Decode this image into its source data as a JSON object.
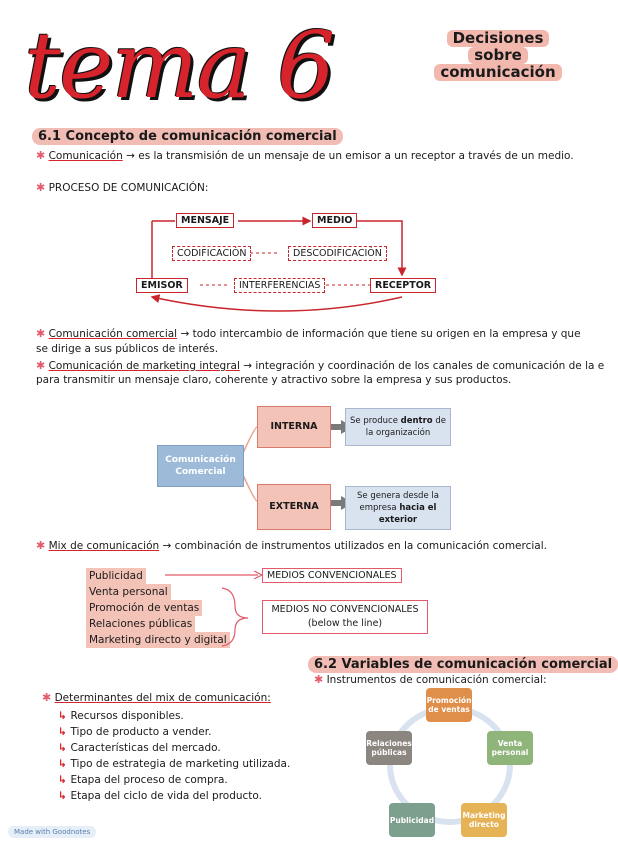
{
  "title": "tema 6",
  "subtitle": [
    "Decisiones",
    "sobre",
    "comunicación"
  ],
  "section1": {
    "heading": "6.1 Concepto de comunicación comercial",
    "p1_term": "Comunicación",
    "p1_text": "→ es la transmisión de un mensaje de un emisor a un receptor a través de un medio.",
    "p2": "PROCESO DE COMUNICACIÓN:",
    "process": {
      "mensaje": "MENSAJE",
      "medio": "MEDIO",
      "codificacion": "CODIFICACIÓN",
      "descodificacion": "DESCODIFICACIÓN",
      "emisor": "EMISOR",
      "interferencias": "INTERFERENCIAS",
      "receptor": "RECEPTOR"
    },
    "p3_term": "Comunicación comercial",
    "p3_text": "→ todo intercambio de información que tiene su origen en la empresa y que se dirige a sus públicos de interés.",
    "p4_term": "Comunicación de marketing integral",
    "p4_text": "→ integración y coordinación de los canales de comunicación de la e",
    "p4_text2": "para transmitir un mensaje claro, coherente y atractivo sobre la empresa y sus productos.",
    "diagram": {
      "center": "Comunicación Comercial",
      "interna": "INTERNA",
      "externa": "EXTERNA",
      "interna_desc_a": "Se produce ",
      "interna_desc_b": "dentro",
      "interna_desc_c": " de la organización",
      "externa_desc_a": "Se genera desde la empresa ",
      "externa_desc_b": "hacia el exterior"
    },
    "p5_term": "Mix de comunicación",
    "p5_text": "→ combinación de instrumentos utilizados en la comunicación comercial.",
    "mix_items": [
      "Publicidad",
      "Venta personal",
      "Promoción de ventas",
      "Relaciones públicas",
      "Marketing directo y digital"
    ],
    "medios_conv": "MEDIOS CONVENCIONALES",
    "medios_no_conv": "MEDIOS NO CONVENCIONALES",
    "below_line": "(below the line)"
  },
  "section2": {
    "heading": "6.2 Variables de comunicación comercial",
    "instrumentos": "Instrumentos de comunicación comercial:",
    "cycle": [
      "Promoción de ventas",
      "Venta personal",
      "Marketing directo",
      "Publicidad",
      "Relaciones públicas"
    ],
    "cycle_colors": [
      "#e08f4a",
      "#8fb57a",
      "#e5b256",
      "#7d9f8e",
      "#8c8680"
    ]
  },
  "determinantes": {
    "heading": "Determinantes del mix de comunicación:",
    "items": [
      "Recursos disponibles.",
      "Tipo de producto a vender.",
      "Características del mercado.",
      "Tipo de estrategia de marketing utilizada.",
      "Etapa del proceso de compra.",
      "Etapa del ciclo de vida del producto."
    ]
  },
  "footer": {
    "badge": "Made with Goodnotes"
  },
  "colors": {
    "accent": "#d6232c",
    "highlight": "#f1bcb4",
    "blue_box": "#9dbbd8",
    "red_box": "#f4c3b8",
    "grey_box": "#d9e3f0"
  }
}
